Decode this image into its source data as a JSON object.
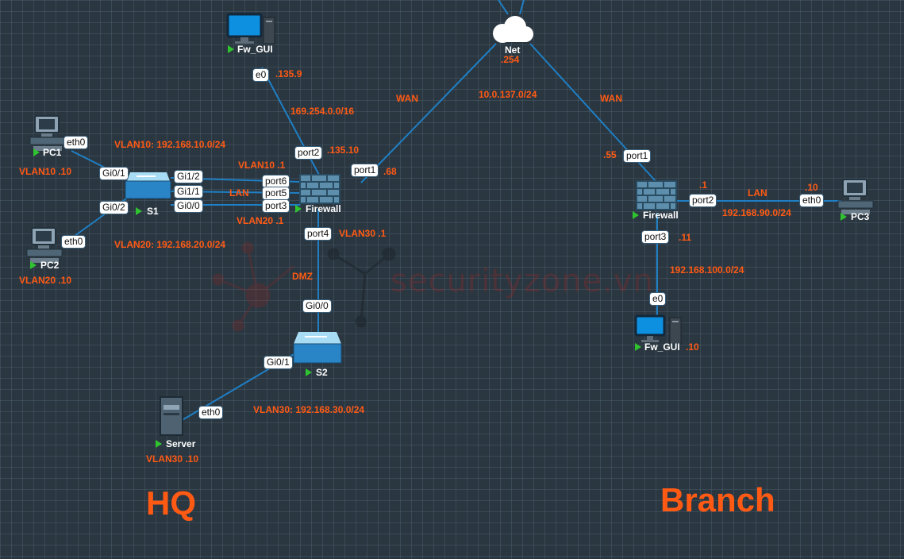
{
  "watermark": "securityzone.vn",
  "sites": {
    "hq": "HQ",
    "branch": "Branch"
  },
  "devices": {
    "fw_gui_hq": "Fw_GUI",
    "pc1": "PC1",
    "pc2": "PC2",
    "s1": "S1",
    "firewall_hq": "Firewall",
    "net": "Net",
    "s2": "S2",
    "server": "Server",
    "firewall_branch": "Firewall",
    "pc3": "PC3",
    "fw_gui_branch": "Fw_GUI"
  },
  "ports": {
    "fwgui_e0": "e0",
    "pc1_eth0": "eth0",
    "pc2_eth0": "eth0",
    "s1_gi01": "Gi0/1",
    "s1_gi02": "Gi0/2",
    "s1_gi12": "Gi1/2",
    "s1_gi11": "Gi1/1",
    "s1_gi00": "Gi0/0",
    "fw_port2": "port2",
    "fw_port1": "port1",
    "fw_port6": "port6",
    "fw_port5": "port5",
    "fw_port3": "port3",
    "fw_port4": "port4",
    "s2_gi00": "Gi0/0",
    "s2_gi01": "Gi0/1",
    "server_eth0": "eth0",
    "br_port1": "port1",
    "br_port2": "port2",
    "br_port3": "port3",
    "pc3_eth0": "eth0",
    "brgui_e0": "e0"
  },
  "labels": {
    "fwgui_ip": ".135.9",
    "link_169": "169.254.0.0/16",
    "fw_port2_ip": ".135.10",
    "vlan10_net": "VLAN10: 192.168.10.0/24",
    "pc1_ip": "VLAN10 .10",
    "vlan10_gw": "VLAN10 .1",
    "lan_hq": "LAN",
    "vlan20_gw": "VLAN20 .1",
    "vlan20_net": "VLAN20: 192.168.20.0/24",
    "pc2_ip": "VLAN20 .10",
    "fw_port1_ip": ".68",
    "wan_hq": "WAN",
    "net_ip": ".254",
    "wan_net": "10.0.137.0/24",
    "wan_branch": "WAN",
    "vlan30_gw": "VLAN30 .1",
    "dmz": "DMZ",
    "vlan30_net": "VLAN30: 192.168.30.0/24",
    "server_ip": "VLAN30 .10",
    "br_port1_ip": ".55",
    "br_port2_ip": ".1",
    "lan_branch": "LAN",
    "pc3_ip": ".10",
    "br_lan_net": "192.168.90.0/24",
    "br_port3_ip": ".11",
    "br_mgmt_net": "192.168.100.0/24",
    "brgui_ip": ".10"
  },
  "colors": {
    "link": "#1f7fc4",
    "label_orange": "#ff5a14",
    "running_green": "#2fc42f",
    "background": "#2a3640"
  }
}
